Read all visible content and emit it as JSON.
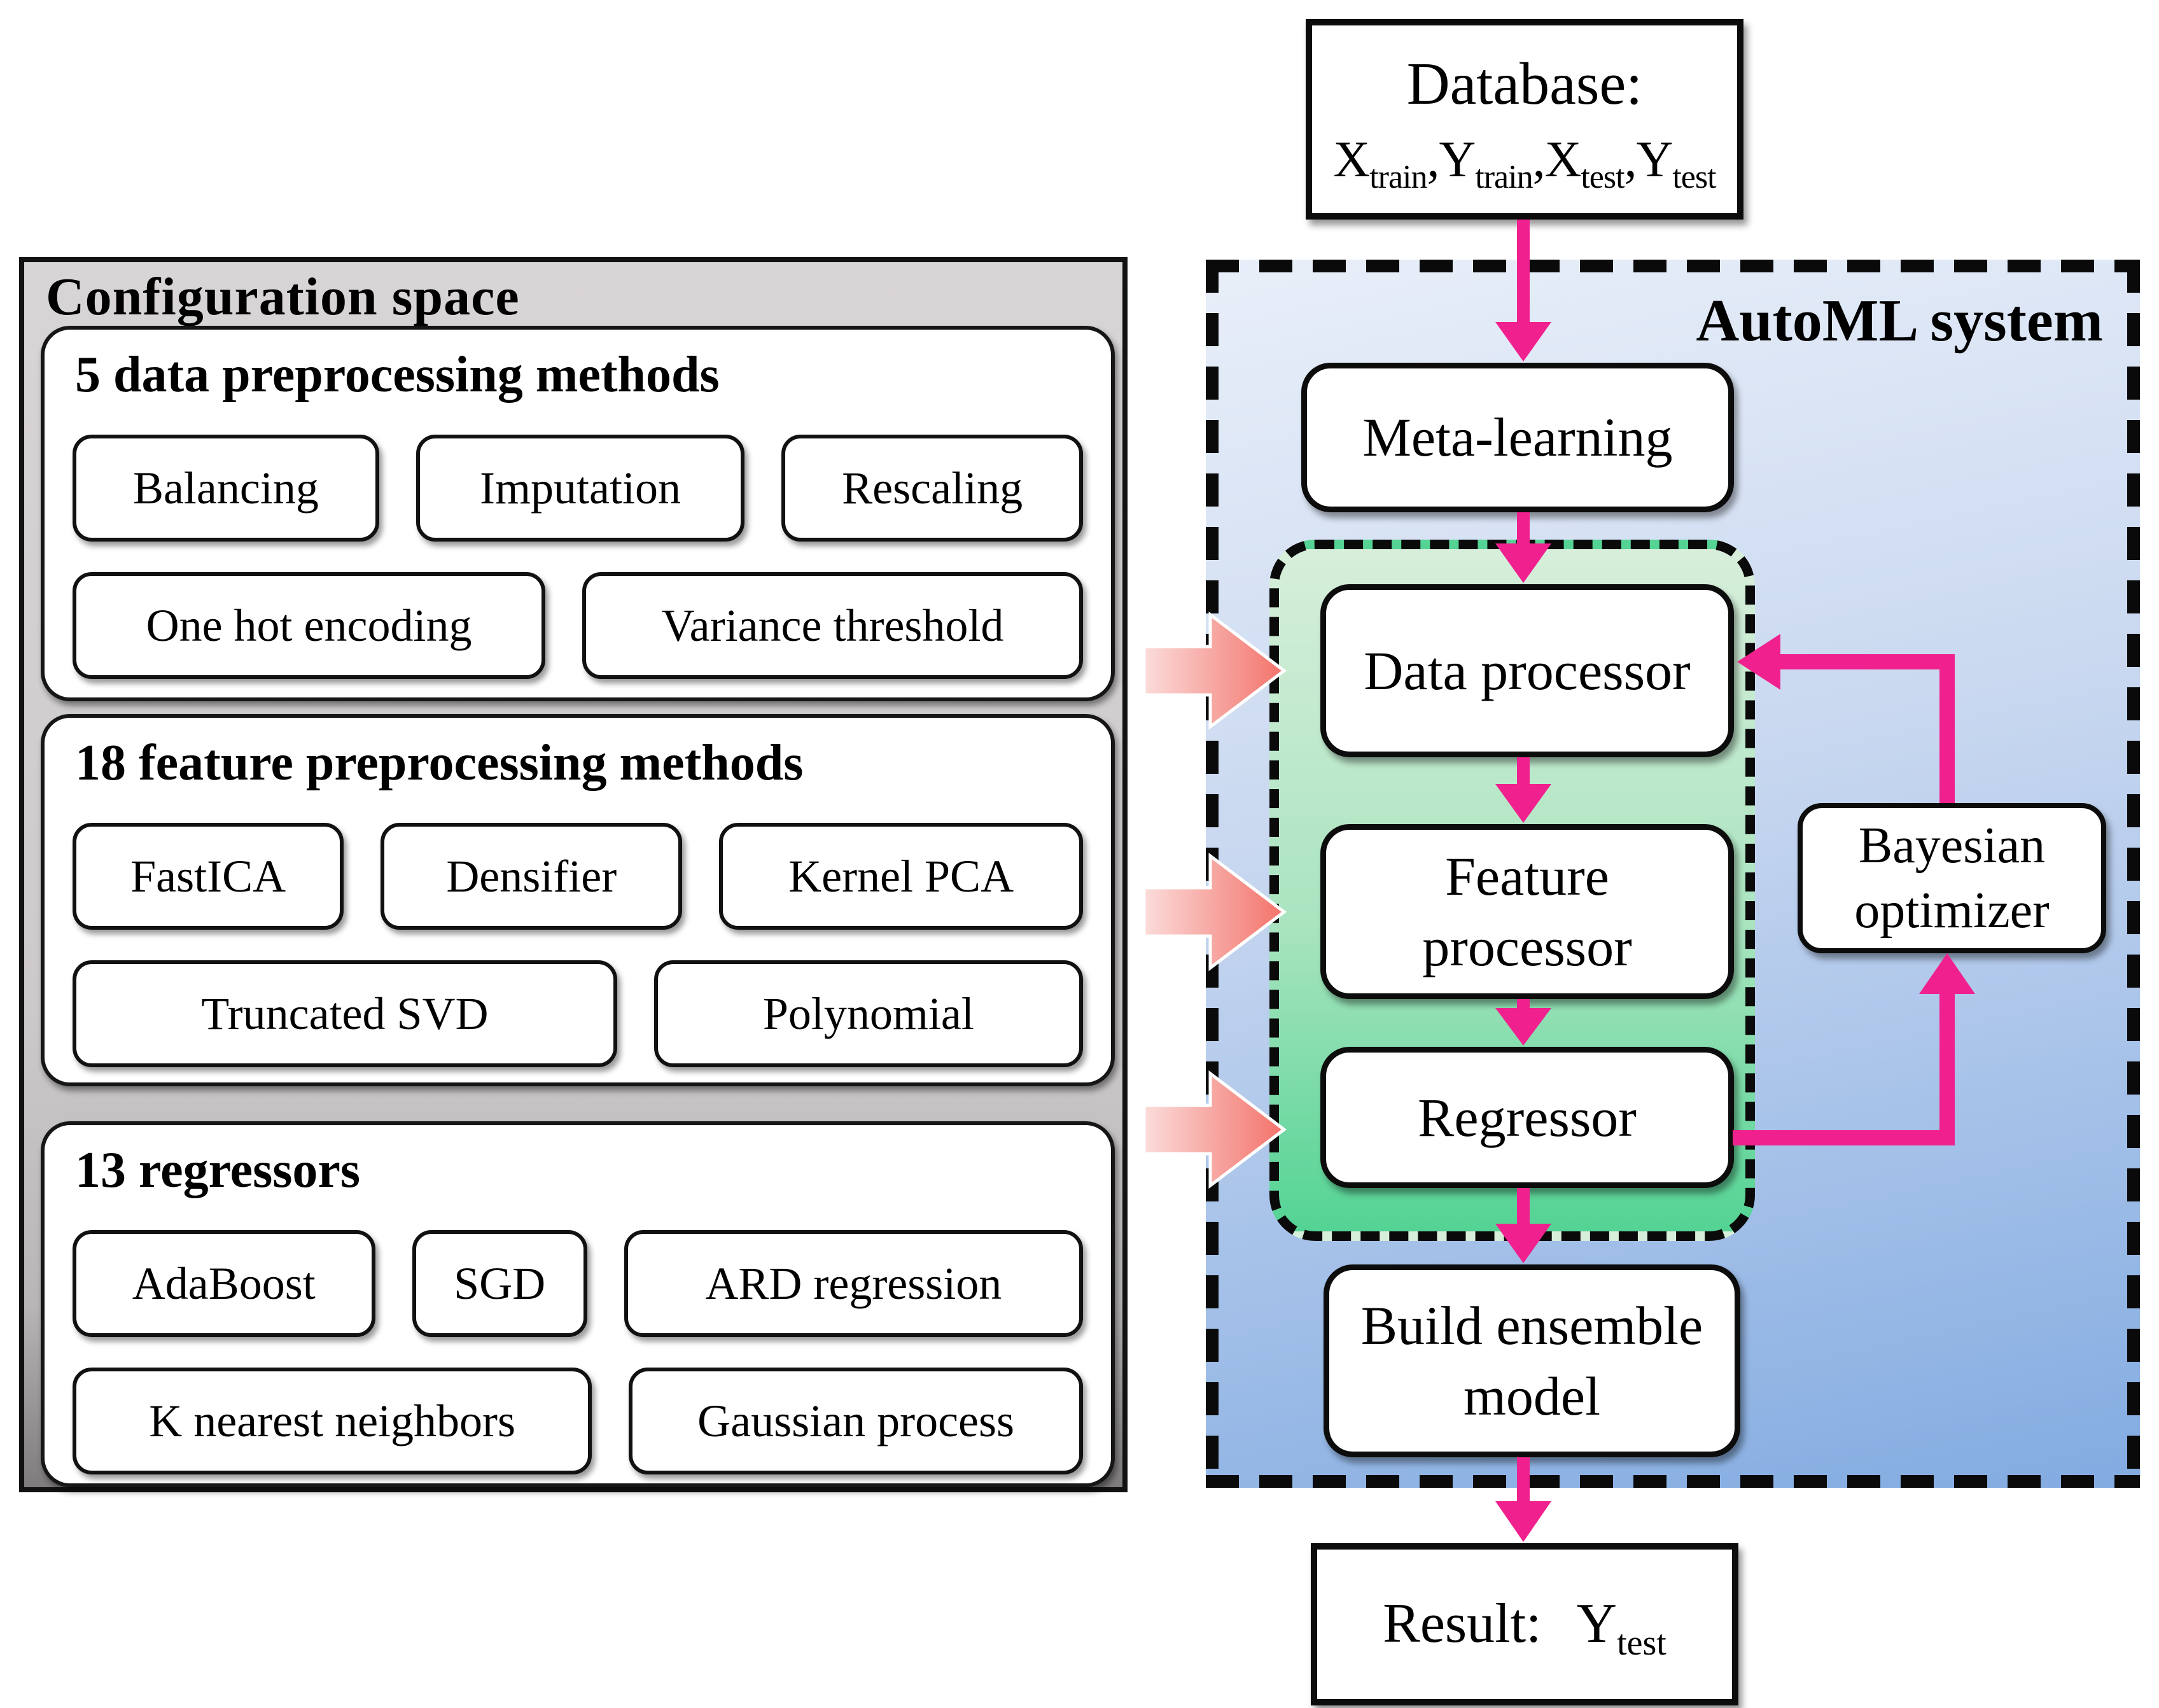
{
  "colors": {
    "arrow_pink": "#F0218F",
    "salmon_start": "#FBDCDA",
    "salmon_end": "#F3726A",
    "dash_black": "#0A0A0A"
  },
  "database": {
    "title": "Database:",
    "vars": [
      {
        "base": "X",
        "sub": "train"
      },
      {
        "base": "Y",
        "sub": "train"
      },
      {
        "base": "X",
        "sub": "test"
      },
      {
        "base": "Y",
        "sub": "test"
      }
    ]
  },
  "config_panel": {
    "title": "Configuration space",
    "sections": [
      {
        "title": "5 data preprocessing methods",
        "rows": [
          [
            "Balancing",
            "Imputation",
            "Rescaling"
          ],
          [
            "One hot encoding",
            "Variance threshold"
          ]
        ]
      },
      {
        "title": "18 feature preprocessing methods",
        "rows": [
          [
            "FastICA",
            "Densifier",
            "Kernel PCA"
          ],
          [
            "Truncated SVD",
            "Polynomial"
          ]
        ]
      },
      {
        "title": "13 regressors",
        "rows": [
          [
            "AdaBoost",
            "SGD",
            "ARD regression"
          ],
          [
            "K nearest neighbors",
            "Gaussian process"
          ]
        ]
      }
    ]
  },
  "automl": {
    "title": "AutoML system",
    "meta": "Meta-learning",
    "data_processor": "Data processor",
    "feature_processor": "Feature\nprocessor",
    "regressor": "Regressor",
    "bayesian": "Bayesian\noptimizer",
    "ensemble": "Build ensemble\nmodel"
  },
  "result": {
    "label": "Result:",
    "base": "Y",
    "sub": "test"
  }
}
